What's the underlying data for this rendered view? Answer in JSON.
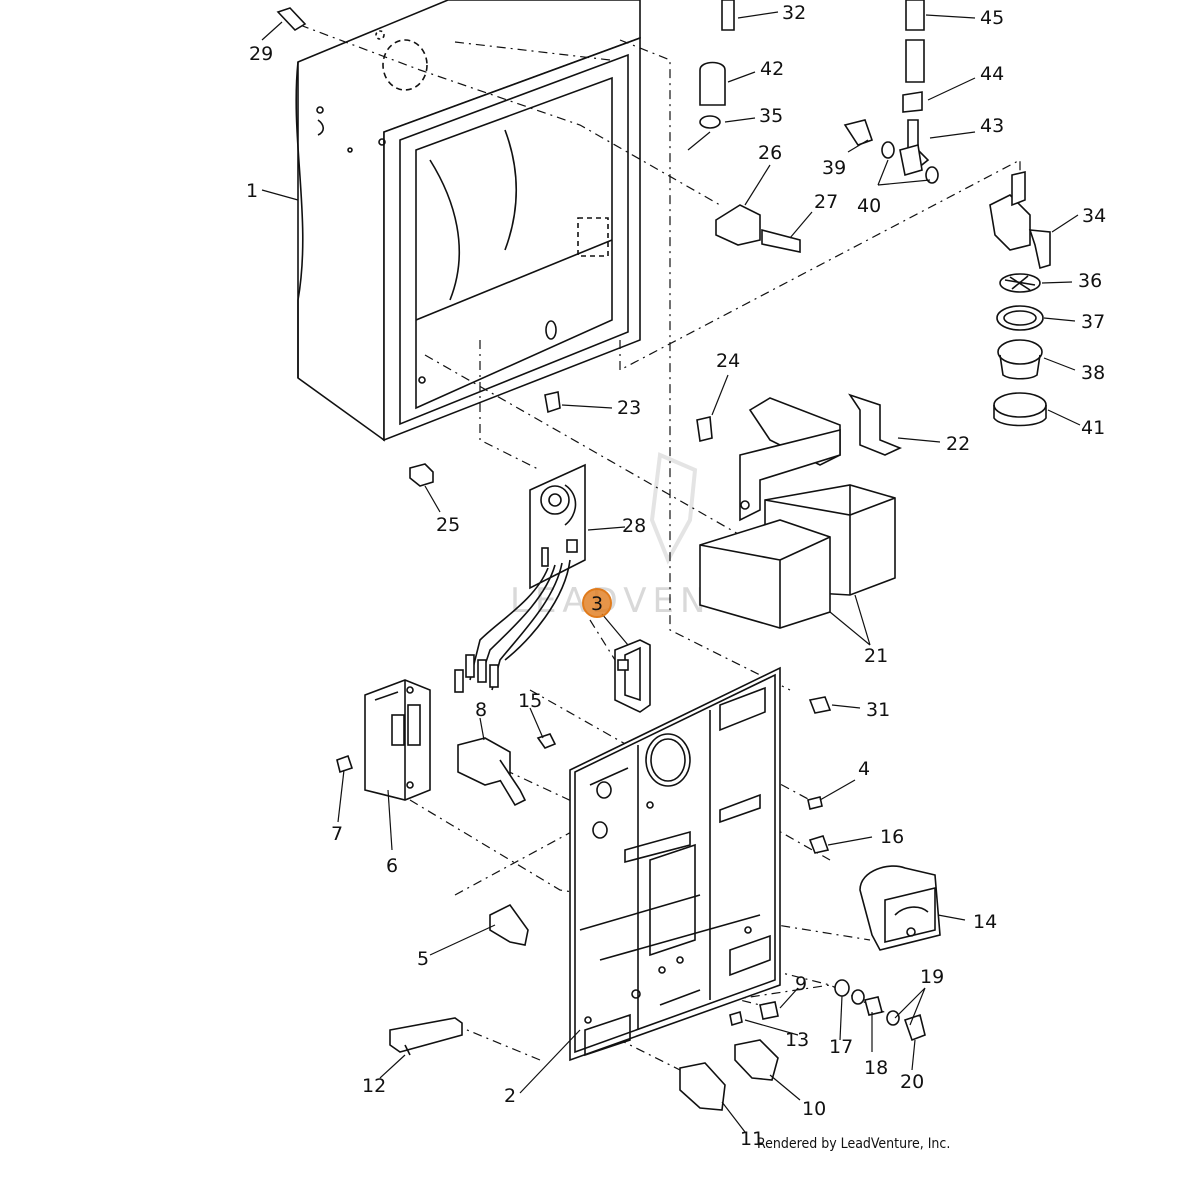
{
  "diagram": {
    "credit": "Rendered by LeadVenture, Inc.",
    "watermark": "LEADVENTURE",
    "highlight_color": "#e07b1c",
    "highlighted_part": "3",
    "parts": [
      {
        "id": "1",
        "label": "1"
      },
      {
        "id": "2",
        "label": "2"
      },
      {
        "id": "3",
        "label": "3"
      },
      {
        "id": "4",
        "label": "4"
      },
      {
        "id": "5",
        "label": "5"
      },
      {
        "id": "6",
        "label": "6"
      },
      {
        "id": "7",
        "label": "7"
      },
      {
        "id": "8",
        "label": "8"
      },
      {
        "id": "9",
        "label": "9"
      },
      {
        "id": "10",
        "label": "10"
      },
      {
        "id": "11",
        "label": "11"
      },
      {
        "id": "12",
        "label": "12"
      },
      {
        "id": "13",
        "label": "13"
      },
      {
        "id": "14",
        "label": "14"
      },
      {
        "id": "15",
        "label": "15"
      },
      {
        "id": "16",
        "label": "16"
      },
      {
        "id": "17",
        "label": "17"
      },
      {
        "id": "18",
        "label": "18"
      },
      {
        "id": "19",
        "label": "19"
      },
      {
        "id": "20",
        "label": "20"
      },
      {
        "id": "21",
        "label": "21"
      },
      {
        "id": "22",
        "label": "22"
      },
      {
        "id": "23",
        "label": "23"
      },
      {
        "id": "24",
        "label": "24"
      },
      {
        "id": "25",
        "label": "25"
      },
      {
        "id": "26",
        "label": "26"
      },
      {
        "id": "27",
        "label": "27"
      },
      {
        "id": "28",
        "label": "28"
      },
      {
        "id": "29",
        "label": "29"
      },
      {
        "id": "31",
        "label": "31"
      },
      {
        "id": "32",
        "label": "32"
      },
      {
        "id": "34",
        "label": "34"
      },
      {
        "id": "35",
        "label": "35"
      },
      {
        "id": "36",
        "label": "36"
      },
      {
        "id": "37",
        "label": "37"
      },
      {
        "id": "38",
        "label": "38"
      },
      {
        "id": "39",
        "label": "39"
      },
      {
        "id": "40",
        "label": "40"
      },
      {
        "id": "41",
        "label": "41"
      },
      {
        "id": "42",
        "label": "42"
      },
      {
        "id": "43",
        "label": "43"
      },
      {
        "id": "44",
        "label": "44"
      },
      {
        "id": "45",
        "label": "45"
      }
    ]
  }
}
